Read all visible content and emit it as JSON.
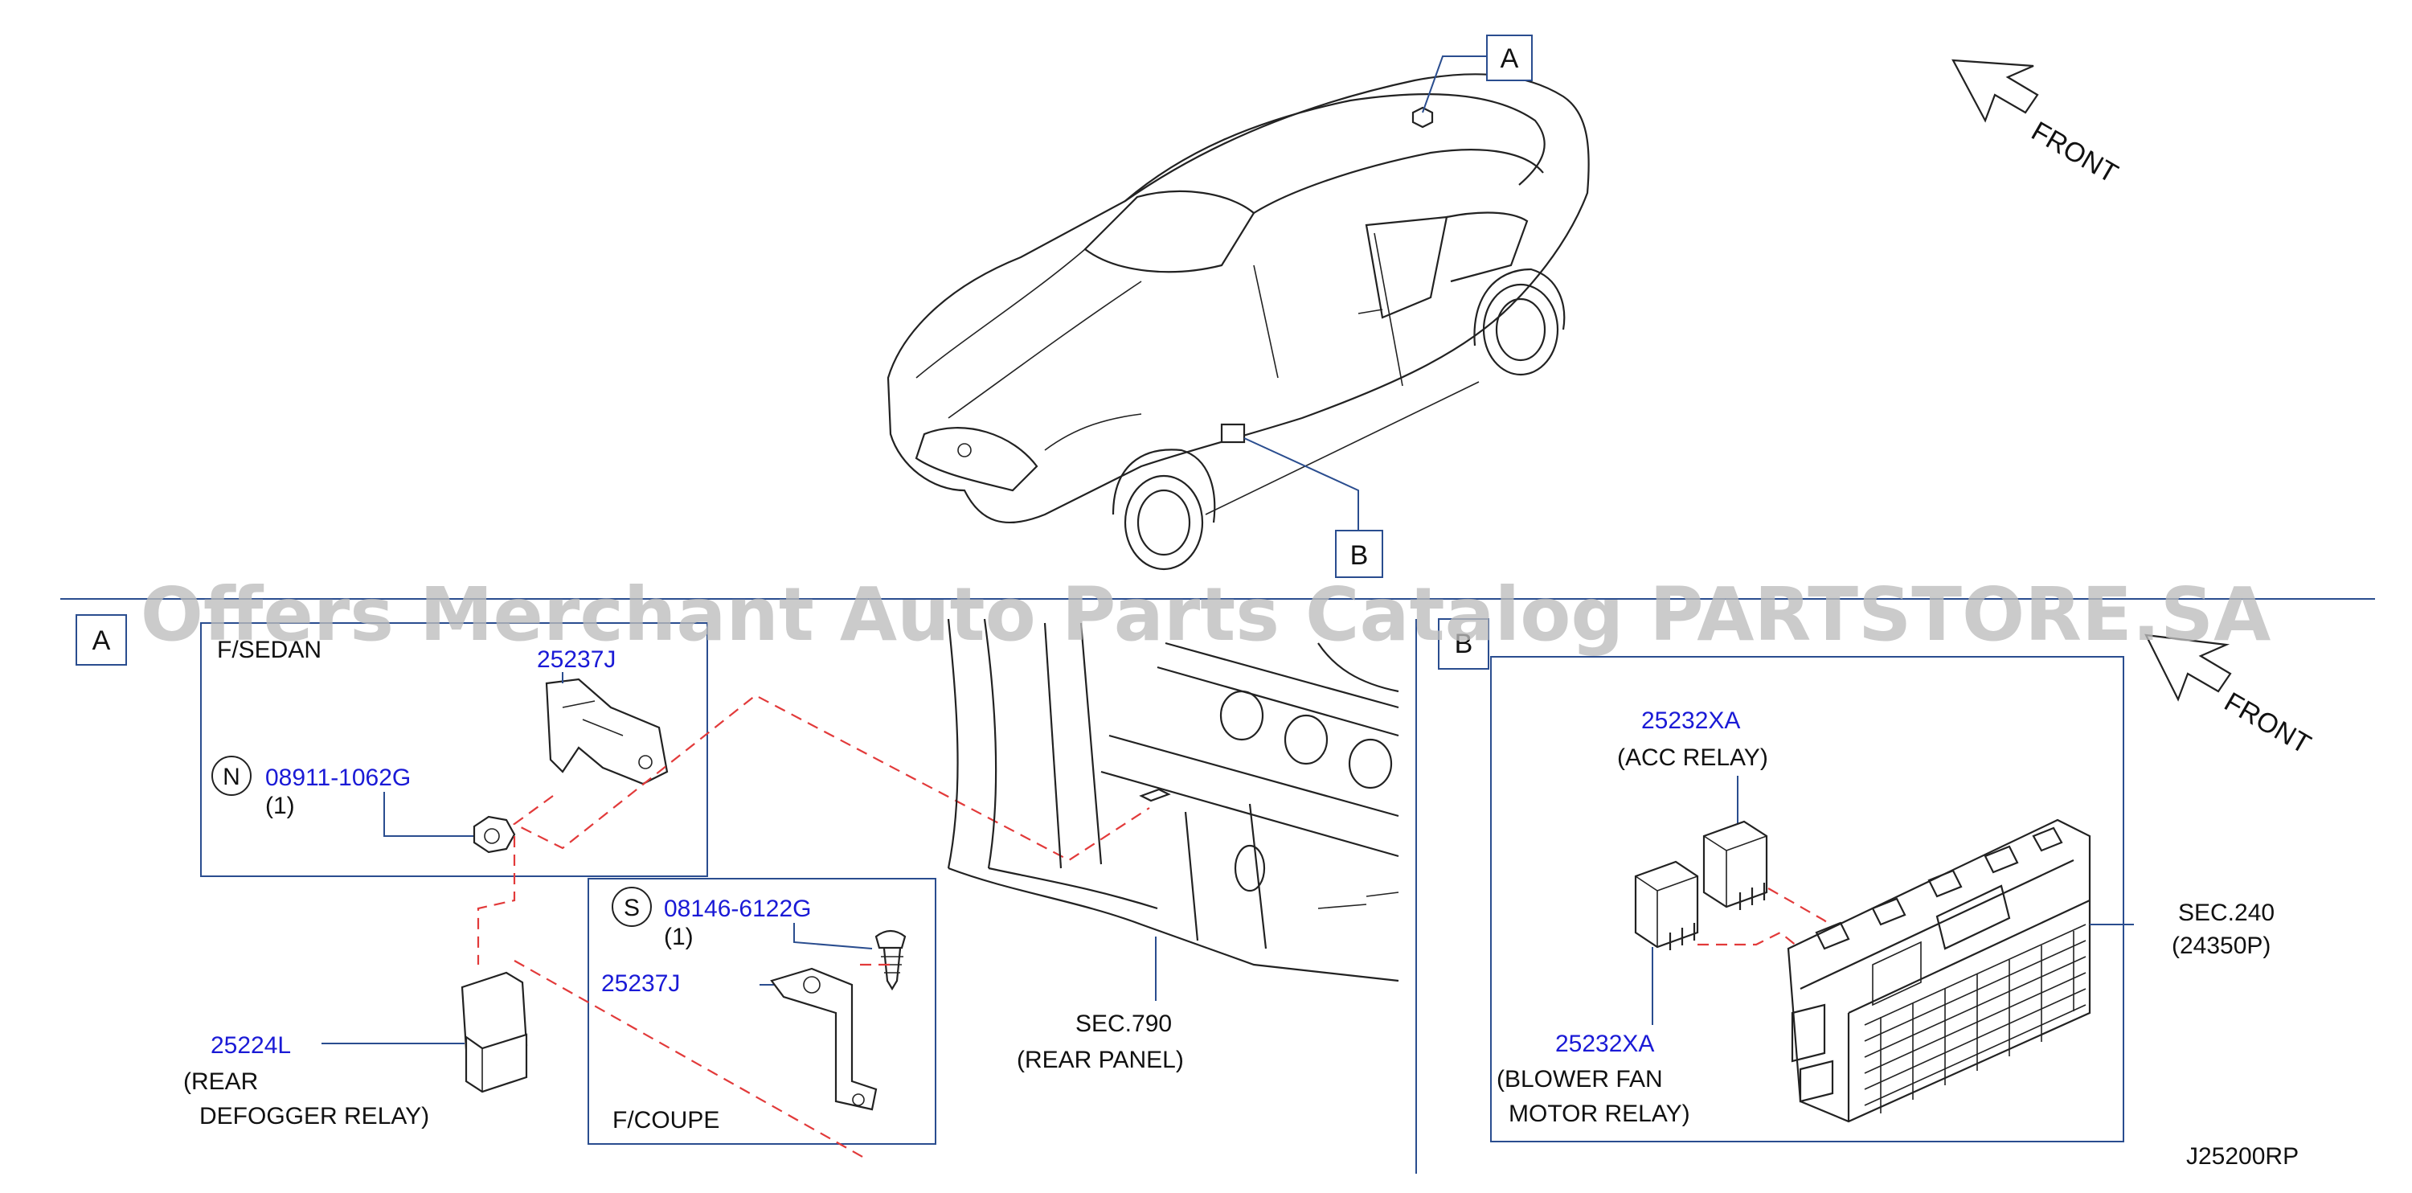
{
  "callouts": {
    "a_top": "A",
    "b_top": "B",
    "a_section": "A",
    "b_section": "B"
  },
  "front_labels": {
    "top": "FRONT",
    "right": "FRONT"
  },
  "section_a": {
    "sedan_label": "F/SEDAN",
    "sedan_bracket_part": "25237J",
    "nut_symbol": "N",
    "nut_part": "08911-1062G",
    "nut_qty": "(1)",
    "screw_symbol": "S",
    "screw_part": "08146-6122G",
    "screw_qty": "(1)",
    "coupe_bracket_part": "25237J",
    "coupe_label": "F/COUPE",
    "relay_part": "25224L",
    "relay_desc_1": "(REAR",
    "relay_desc_2": "DEFOGGER   RELAY)",
    "ref_sec": "SEC.790",
    "ref_desc": "(REAR   PANEL)"
  },
  "section_b": {
    "acc_part": "25232XA",
    "acc_desc": "(ACC      RELAY)",
    "blower_part": "25232XA",
    "blower_desc_1": "(BLOWER  FAN",
    "blower_desc_2": "MOTOR  RELAY)",
    "ref_sec": "SEC.240",
    "ref_code": "(24350P)"
  },
  "diagram_code": "J25200RP",
  "watermark": "Offers Merchant Auto Parts Catalog PARTSTORE.SA",
  "colors": {
    "part_number": "#1a1ad6",
    "leader_line": "#2a4d8f",
    "dashed_guide": "#e23a3a",
    "watermark": "#bdbdbd"
  }
}
